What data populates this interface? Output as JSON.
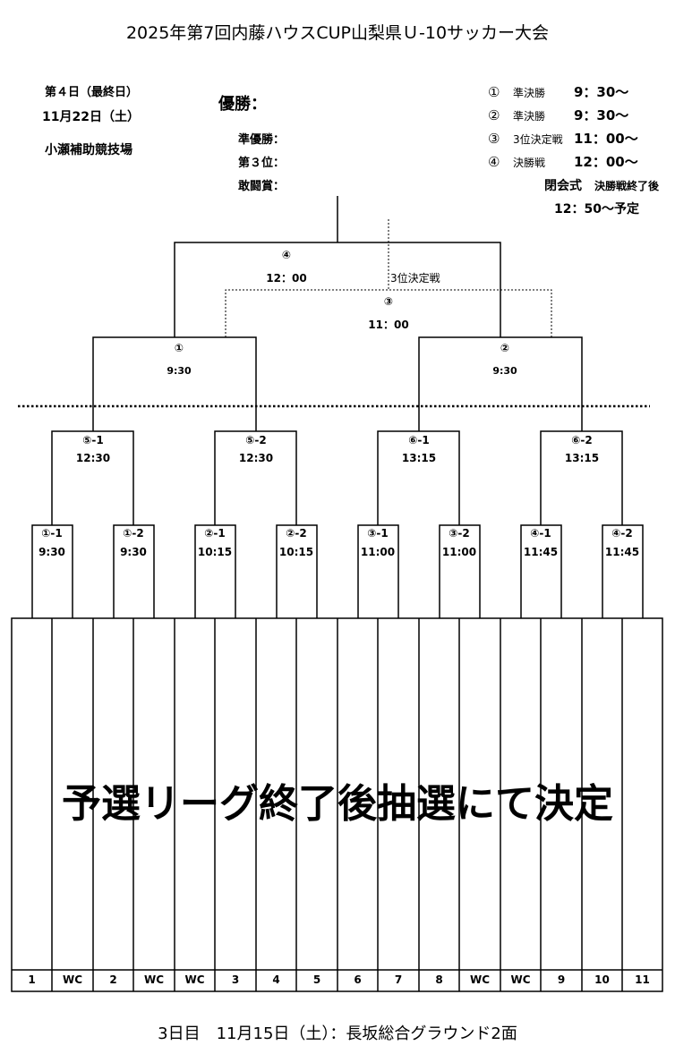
{
  "title": "2025年第7回内藤ハウスCUP山梨県Ｕ-10サッカー大会",
  "day_info": {
    "day": "第４日（最終日）",
    "date": "11月22日（土）",
    "venue": "小瀬補助競技場"
  },
  "awards": {
    "winner": "優勝：",
    "runner_up": "準優勝：",
    "third": "第３位：",
    "fighting": "敢闘賞："
  },
  "schedule": [
    {
      "num": "①",
      "name": "準決勝",
      "time": "9：30〜"
    },
    {
      "num": "②",
      "name": "準決勝",
      "time": "9：30〜"
    },
    {
      "num": "③",
      "name": "3位決定戦",
      "time": "11：00〜"
    },
    {
      "num": "④",
      "name": "決勝戦",
      "time": "12：00〜"
    }
  ],
  "closing": {
    "label": "閉会式",
    "note": "決勝戦終了後",
    "time": "12：50〜予定"
  },
  "bracket": {
    "final": {
      "id": "④",
      "time": "12：00"
    },
    "third_place": {
      "id": "③",
      "label": "3位決定戦",
      "time": "11：00"
    },
    "semis": [
      {
        "id": "①",
        "time": "9:30"
      },
      {
        "id": "②",
        "time": "9:30"
      }
    ],
    "quarters": [
      {
        "id": "⑤-1",
        "time": "12:30"
      },
      {
        "id": "⑤-2",
        "time": "12:30"
      },
      {
        "id": "⑥-1",
        "time": "13:15"
      },
      {
        "id": "⑥-2",
        "time": "13:15"
      }
    ],
    "round1": [
      {
        "id": "①-1",
        "time": "9:30"
      },
      {
        "id": "①-2",
        "time": "9:30"
      },
      {
        "id": "②-1",
        "time": "10:15"
      },
      {
        "id": "②-2",
        "time": "10:15"
      },
      {
        "id": "③-1",
        "time": "11:00"
      },
      {
        "id": "③-2",
        "time": "11:00"
      },
      {
        "id": "④-1",
        "time": "11:45"
      },
      {
        "id": "④-2",
        "time": "11:45"
      }
    ]
  },
  "slot_note": "予選リーグ終了後抽選にて決定",
  "slots": [
    "1",
    "WC",
    "2",
    "WC",
    "WC",
    "3",
    "4",
    "5",
    "6",
    "7",
    "8",
    "WC",
    "WC",
    "9",
    "10",
    "11"
  ],
  "footer": "3日目　11月15日（土）：長坂総合グラウンド2面"
}
